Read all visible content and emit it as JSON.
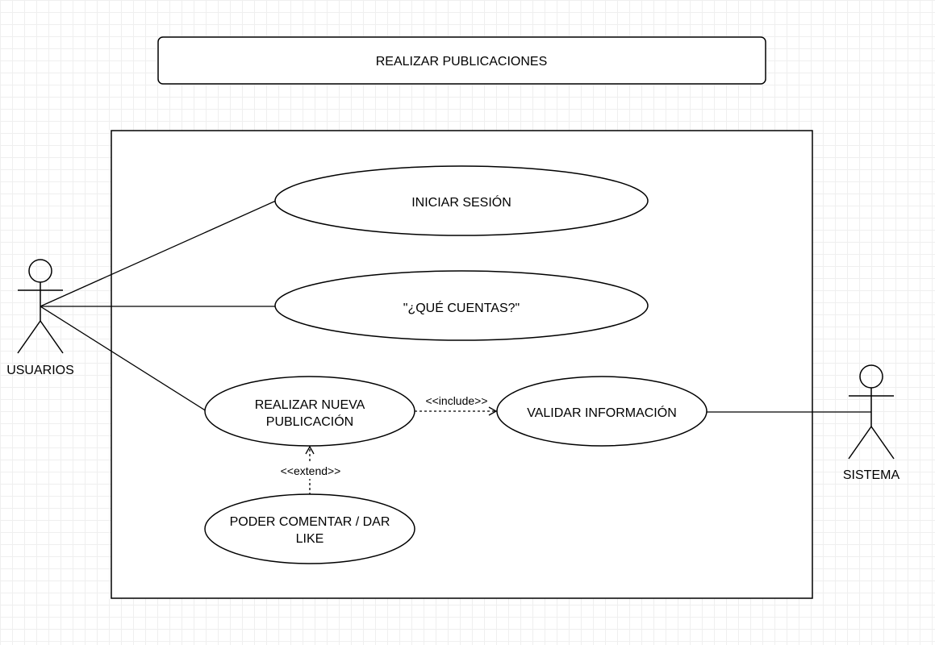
{
  "title": "REALIZAR PUBLICACIONES",
  "actors": {
    "usuarios": "USUARIOS",
    "sistema": "SISTEMA"
  },
  "use_cases": {
    "iniciar_sesion": [
      "INICIAR SESIÓN"
    ],
    "que_cuentas": [
      "\"¿QUÉ CUENTAS?\""
    ],
    "realizar_nueva_publicacion": [
      "REALIZAR NUEVA",
      "PUBLICACIÓN"
    ],
    "validar_informacion": [
      "VALIDAR INFORMACIÓN"
    ],
    "poder_comentar": [
      "PODER COMENTAR / DAR",
      "LIKE"
    ]
  },
  "relations": {
    "include": "<<include>>",
    "extend": "<<extend>>"
  }
}
